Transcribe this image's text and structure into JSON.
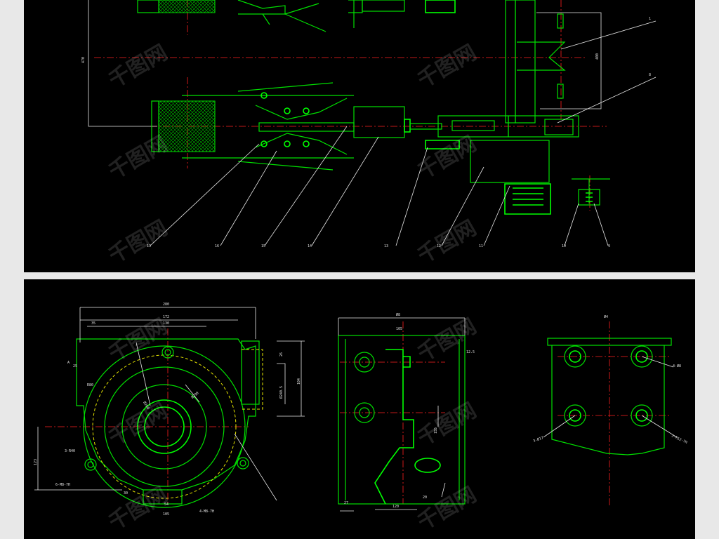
{
  "watermark": {
    "text": "千图网"
  },
  "top_drawing": {
    "callouts": [
      "13",
      "16",
      "15",
      "14",
      "13",
      "12",
      "11",
      "10",
      "9",
      "8",
      "1"
    ],
    "dims": [
      "470",
      "400"
    ]
  },
  "bottom_drawing": {
    "view_left": {
      "dims_top": [
        "280",
        "172",
        "130",
        "35"
      ],
      "dims_side": [
        "26",
        "Ø240.5",
        "104",
        "123"
      ],
      "dims_other": [
        "R80",
        "Ø260",
        "3-R40",
        "6-M8-7H",
        "Ø290",
        "54",
        "105",
        "4-M8-7H",
        "30",
        "25"
      ],
      "section_mark": "A"
    },
    "view_middle": {
      "dims": [
        "Ø8",
        "105",
        "155",
        "12.5",
        "120",
        "20",
        "27"
      ]
    },
    "view_right": {
      "dims": [
        "Ø4",
        "4-Ø8",
        "3-Ø17",
        "3-M12-7H"
      ]
    }
  },
  "colors": {
    "background": "#000000",
    "outline": "#00e000",
    "centerline": "#ff2020",
    "dimension": "#e8e8e8",
    "hidden": "#e8e800"
  }
}
